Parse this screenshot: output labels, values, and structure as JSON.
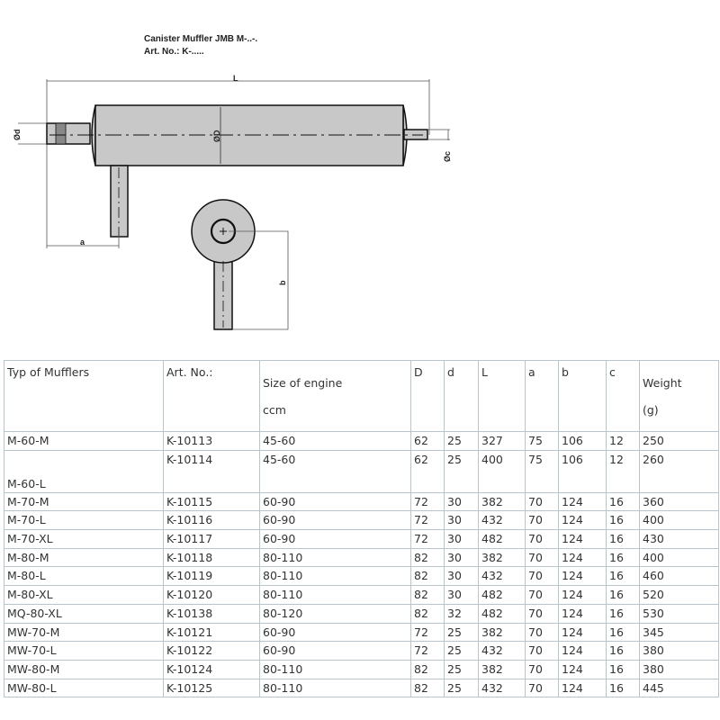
{
  "drawing": {
    "title": "Canister Muffler JMB  M-..-.",
    "art_no": "Art. No.: K-.....",
    "labels": {
      "L": "L",
      "d": "Ød",
      "D": "ØD",
      "c": "Øc",
      "a": "a",
      "b": "b"
    },
    "fill_color": "#c8c8c8"
  },
  "table": {
    "headers": {
      "type": "Typ of Mufflers",
      "art": "Art. No.:",
      "engine_line1": "Size of engine",
      "engine_line2": "ccm",
      "D": "D",
      "d": "d",
      "L": "L",
      "a": "a",
      "b": "b",
      "c": "c",
      "weight_line1": "Weight",
      "weight_line2": "(g)"
    },
    "rows": [
      [
        "M-60-M",
        "K-10113",
        "45-60",
        "62",
        "25",
        "327",
        "75",
        "106",
        "12",
        "250"
      ],
      [
        "M-60-L",
        "K-10114",
        "45-60",
        "62",
        "25",
        "400",
        "75",
        "106",
        "12",
        "260"
      ],
      [
        "M-70-M",
        "K-10115",
        "60-90",
        "72",
        "30",
        "382",
        "70",
        "124",
        "16",
        "360"
      ],
      [
        "M-70-L",
        "K-10116",
        "60-90",
        "72",
        "30",
        "432",
        "70",
        "124",
        "16",
        "400"
      ],
      [
        "M-70-XL",
        "K-10117",
        "60-90",
        "72",
        "30",
        "482",
        "70",
        "124",
        "16",
        "430"
      ],
      [
        "M-80-M",
        "K-10118",
        "80-110",
        "82",
        "30",
        "382",
        "70",
        "124",
        "16",
        "400"
      ],
      [
        "M-80-L",
        "K-10119",
        "80-110",
        "82",
        "30",
        "432",
        "70",
        "124",
        "16",
        "460"
      ],
      [
        "M-80-XL",
        "K-10120",
        "80-110",
        "82",
        "30",
        "482",
        "70",
        "124",
        "16",
        "520"
      ],
      [
        "MQ-80-XL",
        "K-10138",
        "80-120",
        "82",
        "32",
        "482",
        "70",
        "124",
        "16",
        "530"
      ],
      [
        "MW-70-M",
        "K-10121",
        "60-90",
        "72",
        "25",
        "382",
        "70",
        "124",
        "16",
        "345"
      ],
      [
        "MW-70-L",
        "K-10122",
        "60-90",
        "72",
        "25",
        "432",
        "70",
        "124",
        "16",
        "380"
      ],
      [
        "MW-80-M",
        "K-10124",
        "80-110",
        "82",
        "25",
        "382",
        "70",
        "124",
        "16",
        "380"
      ],
      [
        "MW-80-L",
        "K-10125",
        "80-110",
        "82",
        "25",
        "432",
        "70",
        "124",
        "16",
        "445"
      ]
    ]
  }
}
